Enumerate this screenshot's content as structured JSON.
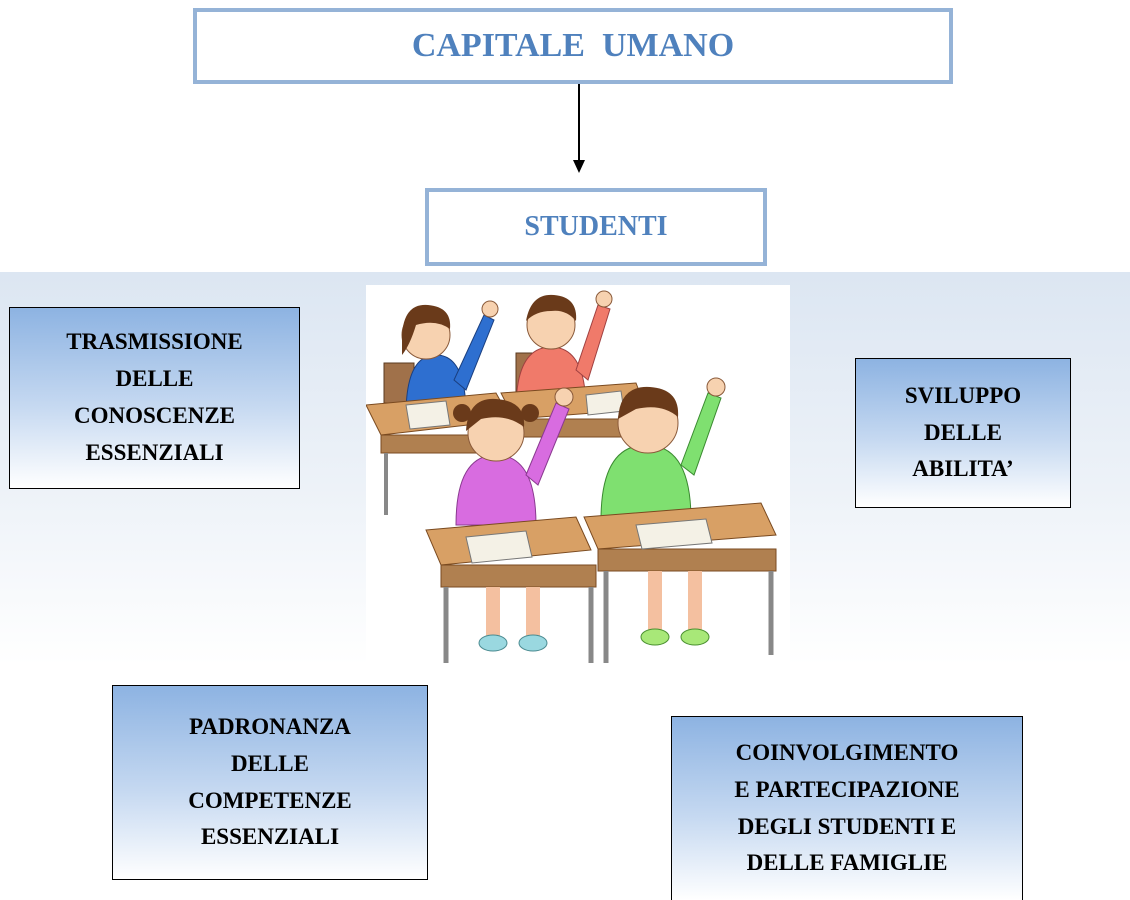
{
  "header": {
    "title": "CAPITALE  UMANO",
    "subtitle": "STUDENTI"
  },
  "boxes": {
    "top_left": "TRASMISSIONE\nDELLE\nCONOSCENZE\nESSENZIALI",
    "top_right": "SVILUPPO\nDELLE\nABILITA’",
    "bottom_left": "PADRONANZA\nDELLE\nCOMPETENZE\nESSENZIALI",
    "bottom_right": "COINVOLGIMENTO\nE PARTECIPAZIONE\nDEGLI STUDENTI E\nDELLE FAMIGLIE"
  },
  "colors": {
    "accent": "#4f81bd",
    "border": "#95b3d7",
    "card_top": "#8db3e2"
  },
  "illustration": "classroom-students-raising-hands"
}
